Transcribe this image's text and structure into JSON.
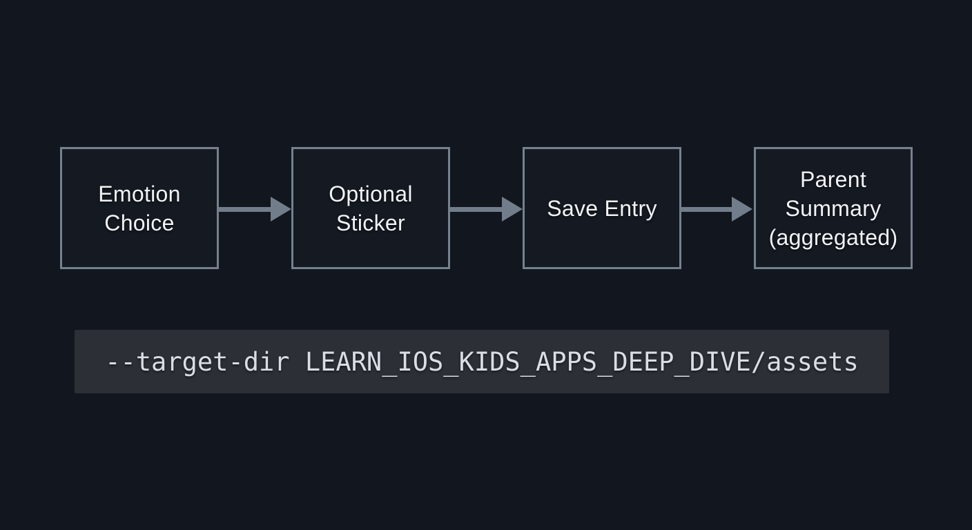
{
  "diagram": {
    "background_color": "#12161e",
    "flowchart": {
      "border_color": "#76818f",
      "arrow_color": "#717d8b",
      "node_text_color": "#f1f3f6",
      "nodes": [
        {
          "label": "Emotion\nChoice"
        },
        {
          "label": "Optional\nSticker"
        },
        {
          "label": "Save Entry"
        },
        {
          "label": "Parent\nSummary\n(aggregated)"
        }
      ]
    },
    "code_block": {
      "text": "--target-dir LEARN_IOS_KIDS_APPS_DEEP_DIVE/assets",
      "background_color": "#2c3036",
      "text_color": "#d9dee6"
    }
  }
}
